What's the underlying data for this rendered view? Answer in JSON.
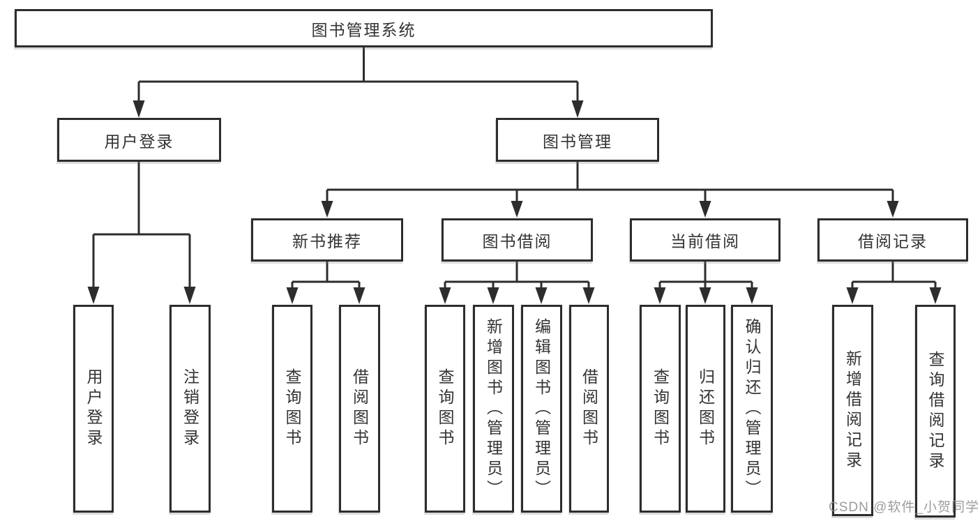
{
  "colors": {
    "line": "#2d2d2d",
    "text": "#333333",
    "background": "#ffffff",
    "watermark": "#8f8f8f"
  },
  "watermark": {
    "text": "CSDN @软件_小贺同学"
  },
  "tree": {
    "label": "图书管理系统",
    "children": [
      {
        "label": "用户登录",
        "children": [
          {
            "label": "用户登录"
          },
          {
            "label": "注销登录"
          }
        ]
      },
      {
        "label": "图书管理",
        "children": [
          {
            "label": "新书推荐",
            "children": [
              {
                "label": "查询图书"
              },
              {
                "label": "借阅图书"
              }
            ]
          },
          {
            "label": "图书借阅",
            "children": [
              {
                "label": "查询图书"
              },
              {
                "label": "新增图书（管理员）"
              },
              {
                "label": "编辑图书（管理员）"
              },
              {
                "label": "借阅图书"
              }
            ]
          },
          {
            "label": "当前借阅",
            "children": [
              {
                "label": "查询图书"
              },
              {
                "label": "归还图书"
              },
              {
                "label": "确认归还（管理员）"
              }
            ]
          },
          {
            "label": "借阅记录",
            "children": [
              {
                "label": "新增借阅记录"
              },
              {
                "label": "查询借阅记录"
              }
            ]
          }
        ]
      }
    ]
  }
}
